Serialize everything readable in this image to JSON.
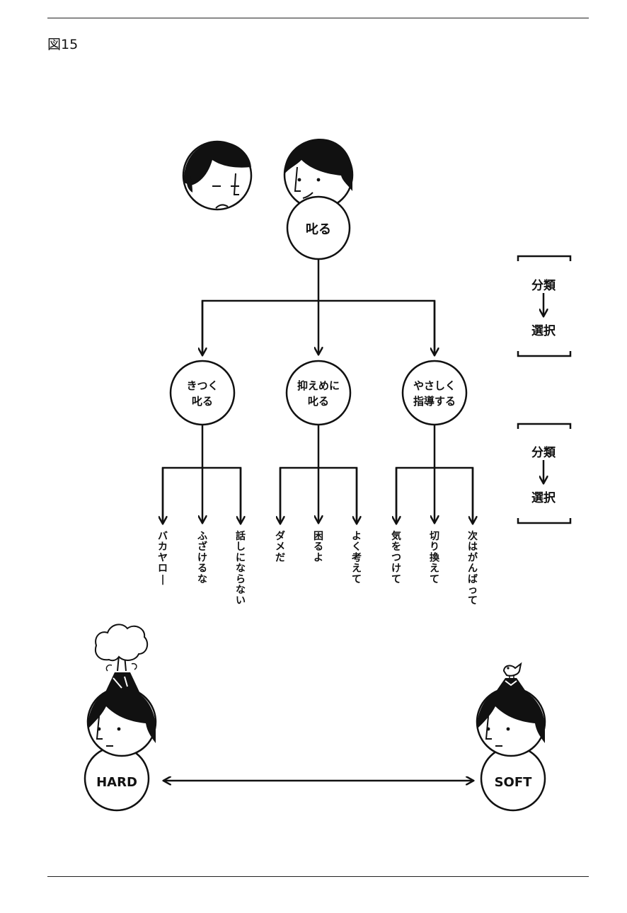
{
  "figure_label": "図15",
  "root": {
    "label": "叱る"
  },
  "branches": [
    {
      "lines": [
        "きつく",
        "叱る"
      ],
      "leaves": [
        "バカヤロー",
        "ふざけるな",
        "話しにならない"
      ]
    },
    {
      "lines": [
        "抑えめに",
        "叱る"
      ],
      "leaves": [
        "ダメだ",
        "困るよ",
        "よく考えて"
      ]
    },
    {
      "lines": [
        "やさしく",
        "指導する"
      ],
      "leaves": [
        "気をつけて",
        "切り換えて",
        "次はがんばって"
      ]
    }
  ],
  "side_notes": [
    {
      "top": "分類",
      "bottom": "選択"
    },
    {
      "top": "分類",
      "bottom": "選択"
    }
  ],
  "scale": {
    "left": "HARD",
    "right": "SOFT"
  }
}
